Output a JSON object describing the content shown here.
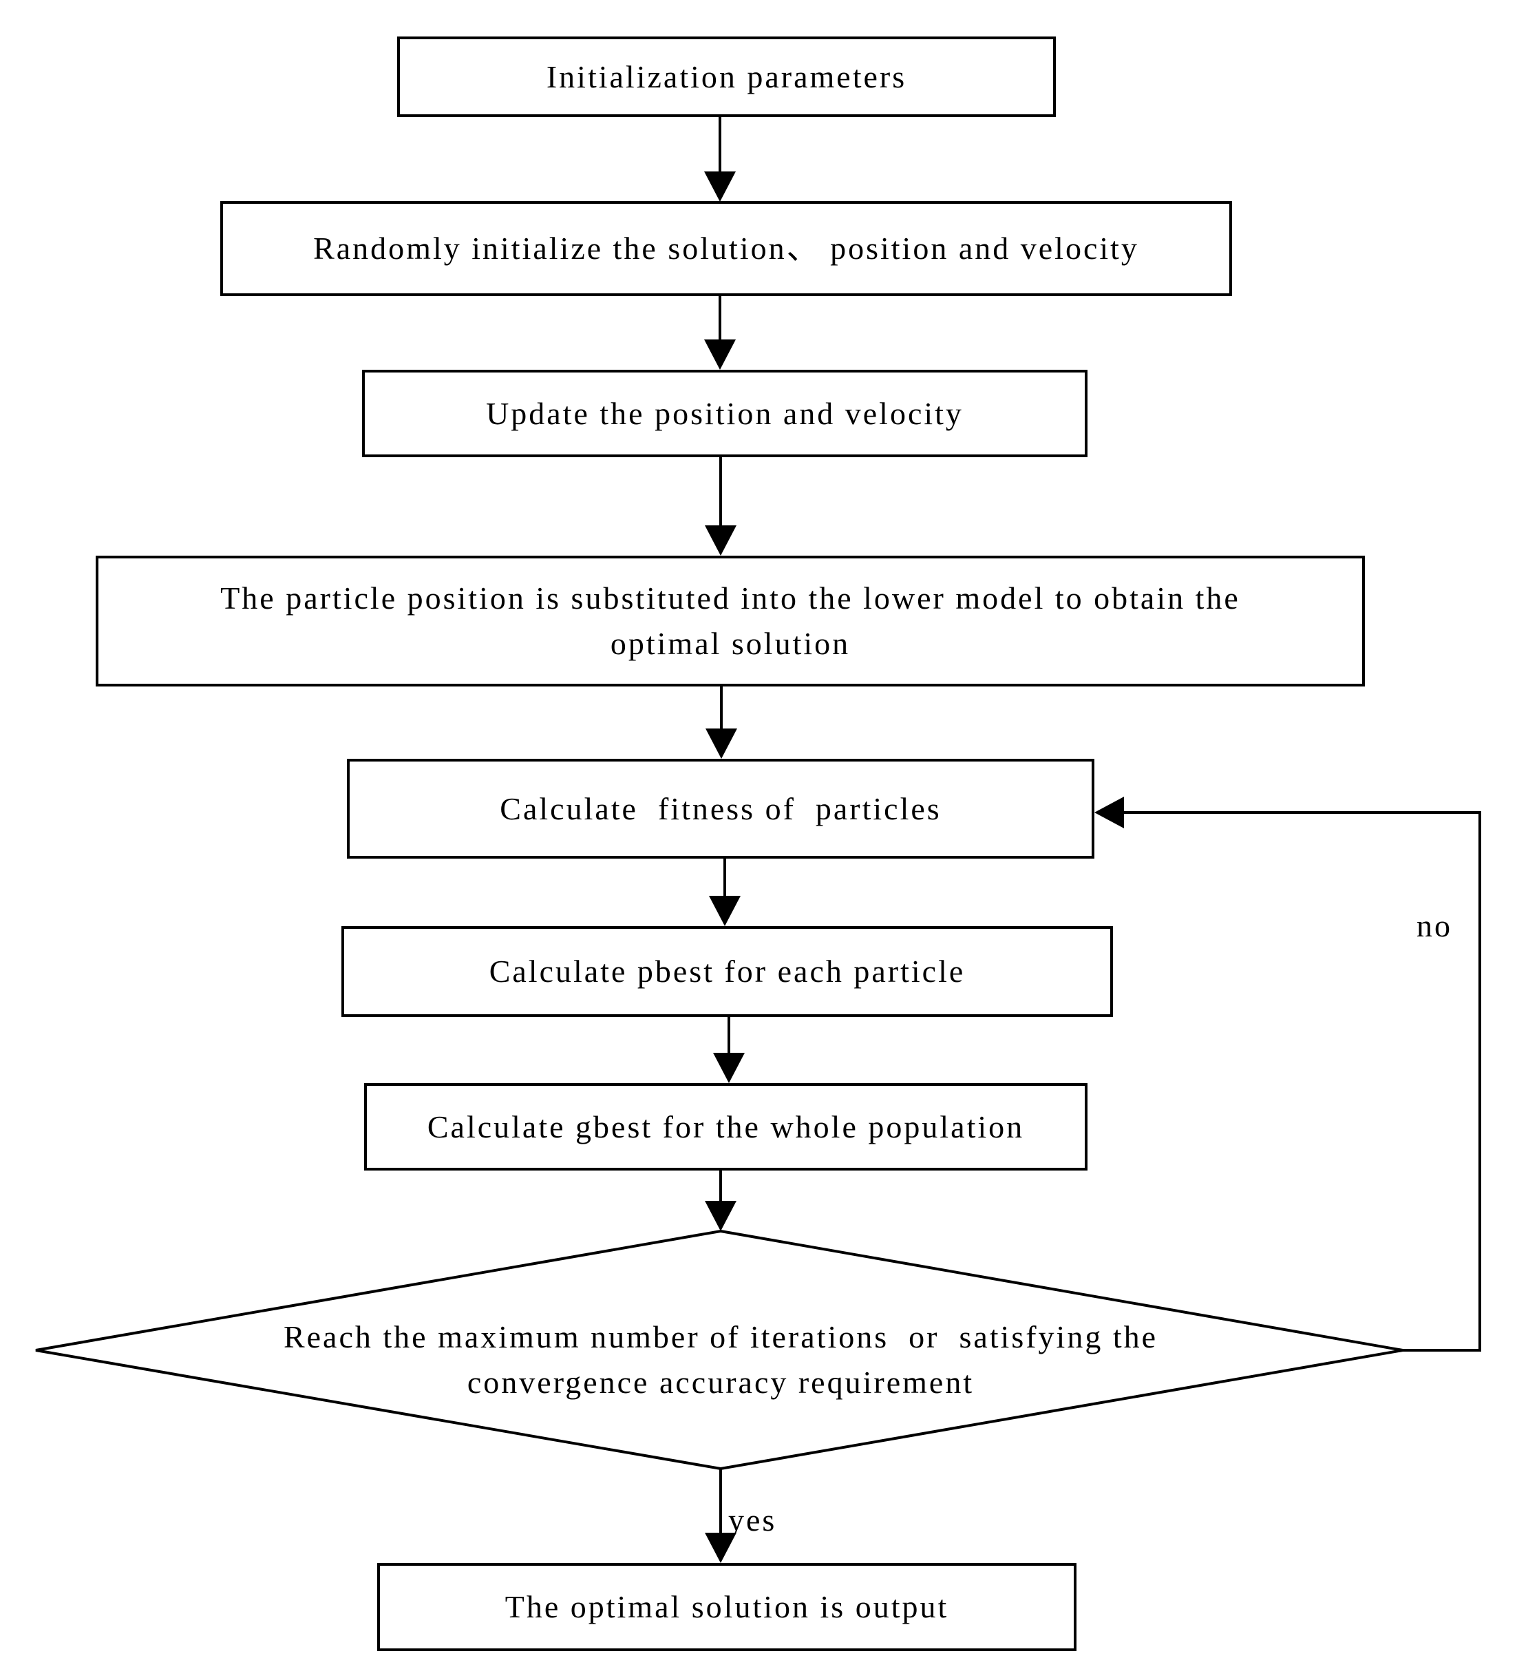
{
  "palette": {
    "background": "#ffffff",
    "line_color": "#000000",
    "text_color": "#000000"
  },
  "nodes": {
    "init": {
      "label": "Initialization parameters"
    },
    "random_init": {
      "label": "Randomly initialize the solution、 position and velocity"
    },
    "update": {
      "label": "Update the position and velocity"
    },
    "lower_model": {
      "line1": "The particle position is substituted into the lower model to obtain the",
      "line2": "optimal solution"
    },
    "fitness": {
      "label": "Calculate  fitness of  particles"
    },
    "pbest": {
      "label": "Calculate pbest for each particle"
    },
    "gbest": {
      "label": "Calculate gbest for the whole population"
    },
    "decision": {
      "line1": "Reach the maximum number of iterations  or  satisfying the",
      "line2": "convergence accuracy requirement"
    },
    "output": {
      "label": "The optimal solution is output"
    }
  },
  "edge_labels": {
    "yes": "yes",
    "no": "no"
  }
}
